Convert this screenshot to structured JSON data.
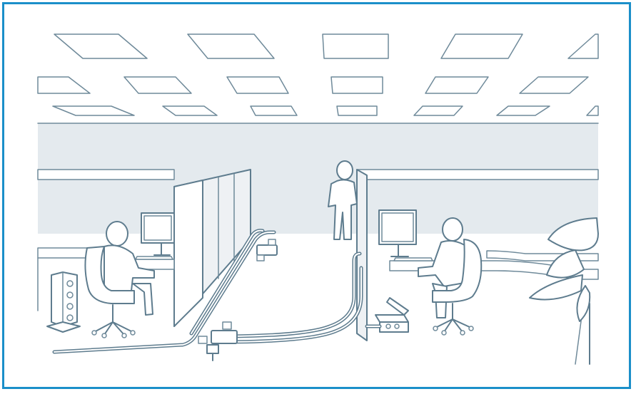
{
  "illustration": {
    "colors": {
      "frame": "#1b8fc9",
      "line": "#5e7c8e",
      "wall": "#e4eaee",
      "light_panel": "#fdf8df",
      "light_panel_edge": "#f2e3a3",
      "floor": "#ffffff"
    },
    "icons": [
      "ceiling-light-panel",
      "cubicle-partition",
      "person-seated",
      "person-standing",
      "monitor",
      "keyboard",
      "desk-chair",
      "tower-speaker",
      "floor-cable-duct",
      "floor-box",
      "potted-plant"
    ]
  }
}
